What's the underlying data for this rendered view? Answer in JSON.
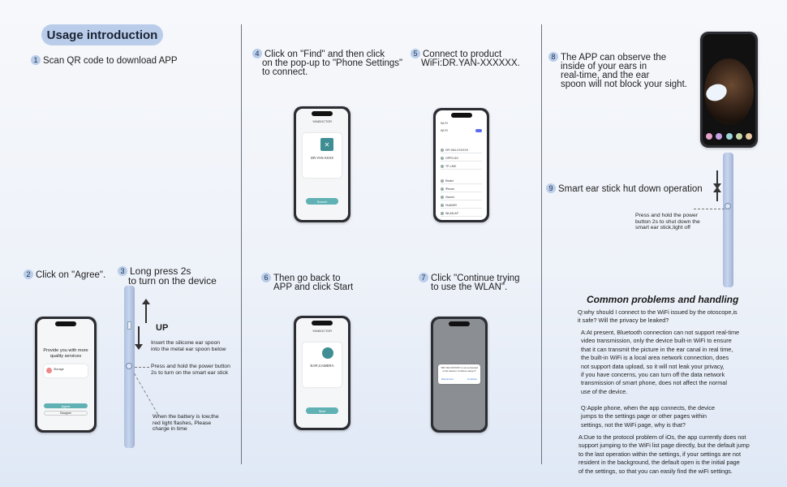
{
  "title": "Usage introduction",
  "steps": {
    "s1": {
      "num": "1",
      "text": "Scan QR code to download APP"
    },
    "s2": {
      "num": "2",
      "text": "Click on \"Agree\"."
    },
    "s3": {
      "num": "3",
      "line1": "Long press 2s",
      "line2": "to turn on the device"
    },
    "s4": {
      "num": "4",
      "line1": "Click on \"Find\" and then click",
      "line2": "on the pop-up to  \"Phone Settings\"",
      "line3": "to connect."
    },
    "s5": {
      "num": "5",
      "line1": "Connect to product",
      "line2": "WiFi:DR.YAN-XXXXXX."
    },
    "s6": {
      "num": "6",
      "line1": "Then go back to",
      "line2": "APP and click Start"
    },
    "s7": {
      "num": "7",
      "line1": "Click \"Continue trying",
      "line2": "to use the WLAN\"."
    },
    "s8": {
      "num": "8",
      "line1": "The APP can observe the",
      "line2": "inside of your ears in",
      "line3": "real-time, and the ear",
      "line4": "spoon will not block your sight."
    },
    "s9": {
      "num": "9",
      "text": "Smart ear stick hut down operation"
    }
  },
  "device": {
    "up_label": "UP",
    "note_spoon": [
      "Insert the silicone ear spoon",
      "into the metal ear spoon below"
    ],
    "note_power": [
      "Press and hold the power button",
      "2s to turn on the smart ear stick"
    ],
    "note_battery": [
      "When the battery is low,the",
      "red light flashes, Please",
      "charge in time"
    ],
    "note_shutdown": [
      "Press and hold the power",
      "button 2s to shut down the",
      "smart ear stick,light off"
    ]
  },
  "phones": {
    "agree": {
      "heading1": "Provide you with more",
      "heading2": "quality services",
      "btn": "Agree",
      "btn2": "Disagree",
      "perm": "Storage"
    },
    "find": {
      "app": "YANDOCTOR",
      "device": "DR.YAN-XXXX",
      "btn": "Search"
    },
    "wifi": {
      "header": "Wi-Fi",
      "label": "Wi-Fi",
      "rows": [
        "DR.YAN-XXXXXX",
        "OPPO-5G",
        "TP-LINK",
        "Redmi",
        "iPhone",
        "Xiaomi",
        "HUAWEI",
        "WLAN-AP"
      ]
    },
    "start": {
      "app": "YANDOCTOR",
      "device": "EAR,CAMERA",
      "btn": "Start"
    },
    "wlan": {
      "dialog": "\"DR.YAN-XXXXXX\" is not connected to the internet. Continue using it?",
      "btn_no": "Disconnect",
      "btn_yes": "Continue"
    }
  },
  "faq": {
    "title": "Common problems and handling",
    "q1": [
      "Q:why should I connect to the WiFi issued by the otoscope,is",
      "it safe? Will the privacy be leaked?"
    ],
    "a1": [
      "A:At present, Bluetooth connection can not support real-time",
      "video transmission, only the device built-in WiFi to ensure",
      "that it can transmit the picture in the ear canal in real time,",
      "the built-in WiFi is a local area network connection, does",
      "not support data upload, so it will not leak your privacy,",
      "if you have concerns, you can turn off the data network",
      "transmission of smart phone, does not affect the normal",
      "use of the device."
    ],
    "q2": [
      "Q:Apple phone, when the app connects, the device",
      "jumps to the settings page or other pages within",
      "settings, not the WiFi page, why is that?"
    ],
    "a2": [
      "A:Due to the protocol problem of iOs, the app currently does not",
      "support jumping to the WiFi list page directly, but the default jump",
      "to the last operation within the settings, if your settings are not",
      "resident in the background, the default open is the initial page",
      "of the settings, so that you can easily find the wiFi settings."
    ]
  },
  "colors": {
    "accent": "#b9cdea",
    "teal": "#5fb1b3",
    "stick": "#aebfdd"
  }
}
